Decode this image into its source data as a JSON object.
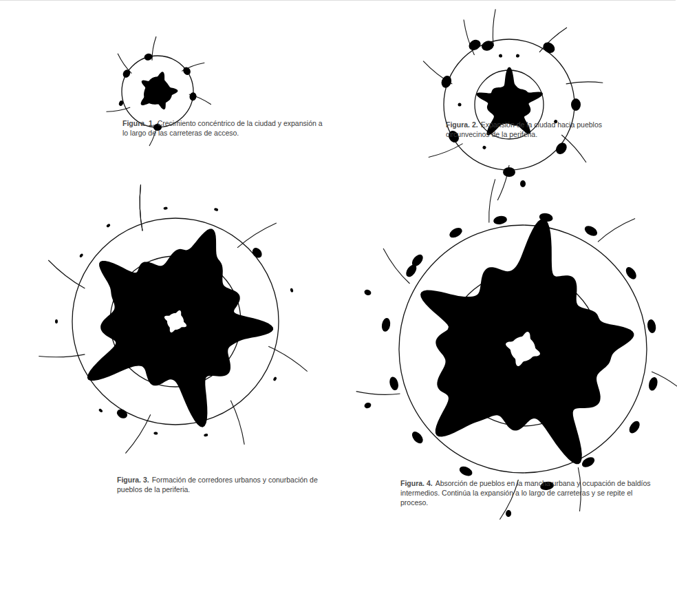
{
  "diagram": {
    "labels": [
      "Figura. 1.",
      "Crecimiento concéntrico de la ciudad y expansión a lo largo de las carreteras de acceso.",
      "Figura. 2.",
      "Expansión de la ciudad hacia pueblos circunvecinos de la periferia.",
      "Figura. 3.",
      "Formación de corredores urbanos y conurbación de pueblos de la periferia.",
      "Figura. 4.",
      "Absorción de pueblos en la mancha urbana y ocupación de baldíos intermedios. Continúa la expansión a lo largo de carreteras y se repite el proceso."
    ]
  }
}
